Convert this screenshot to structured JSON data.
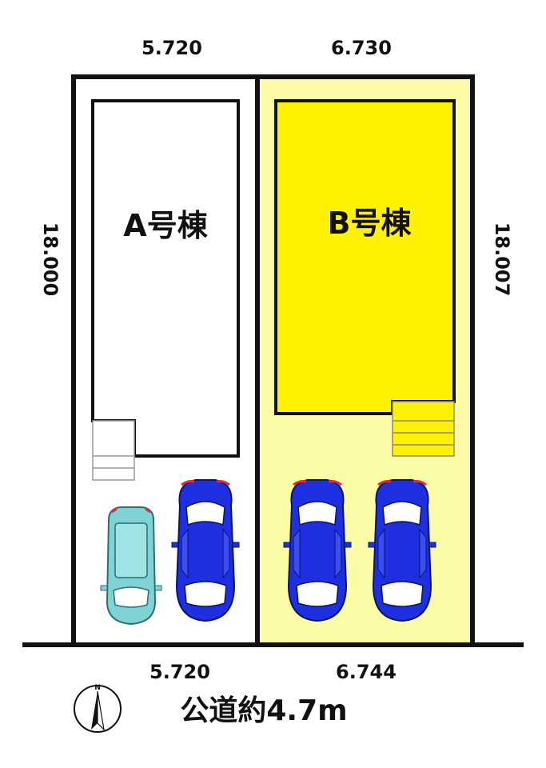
{
  "dimensions": {
    "top_a": "5.720",
    "top_b": "6.730",
    "left": "18.000",
    "right": "18.007",
    "bottom_a": "5.720",
    "bottom_b": "6.744"
  },
  "buildings": {
    "a_label": "A号棟",
    "b_label": "B号棟"
  },
  "road": {
    "label": "公道約4.7m"
  },
  "compass": {
    "north_letter": "N"
  },
  "colors": {
    "lot_b_fill": "#fdfca6",
    "building_b_fill": "#fff200",
    "car_blue": "#1d2fe0",
    "car_teal": "#7fd3d4",
    "outline": "#111111"
  }
}
